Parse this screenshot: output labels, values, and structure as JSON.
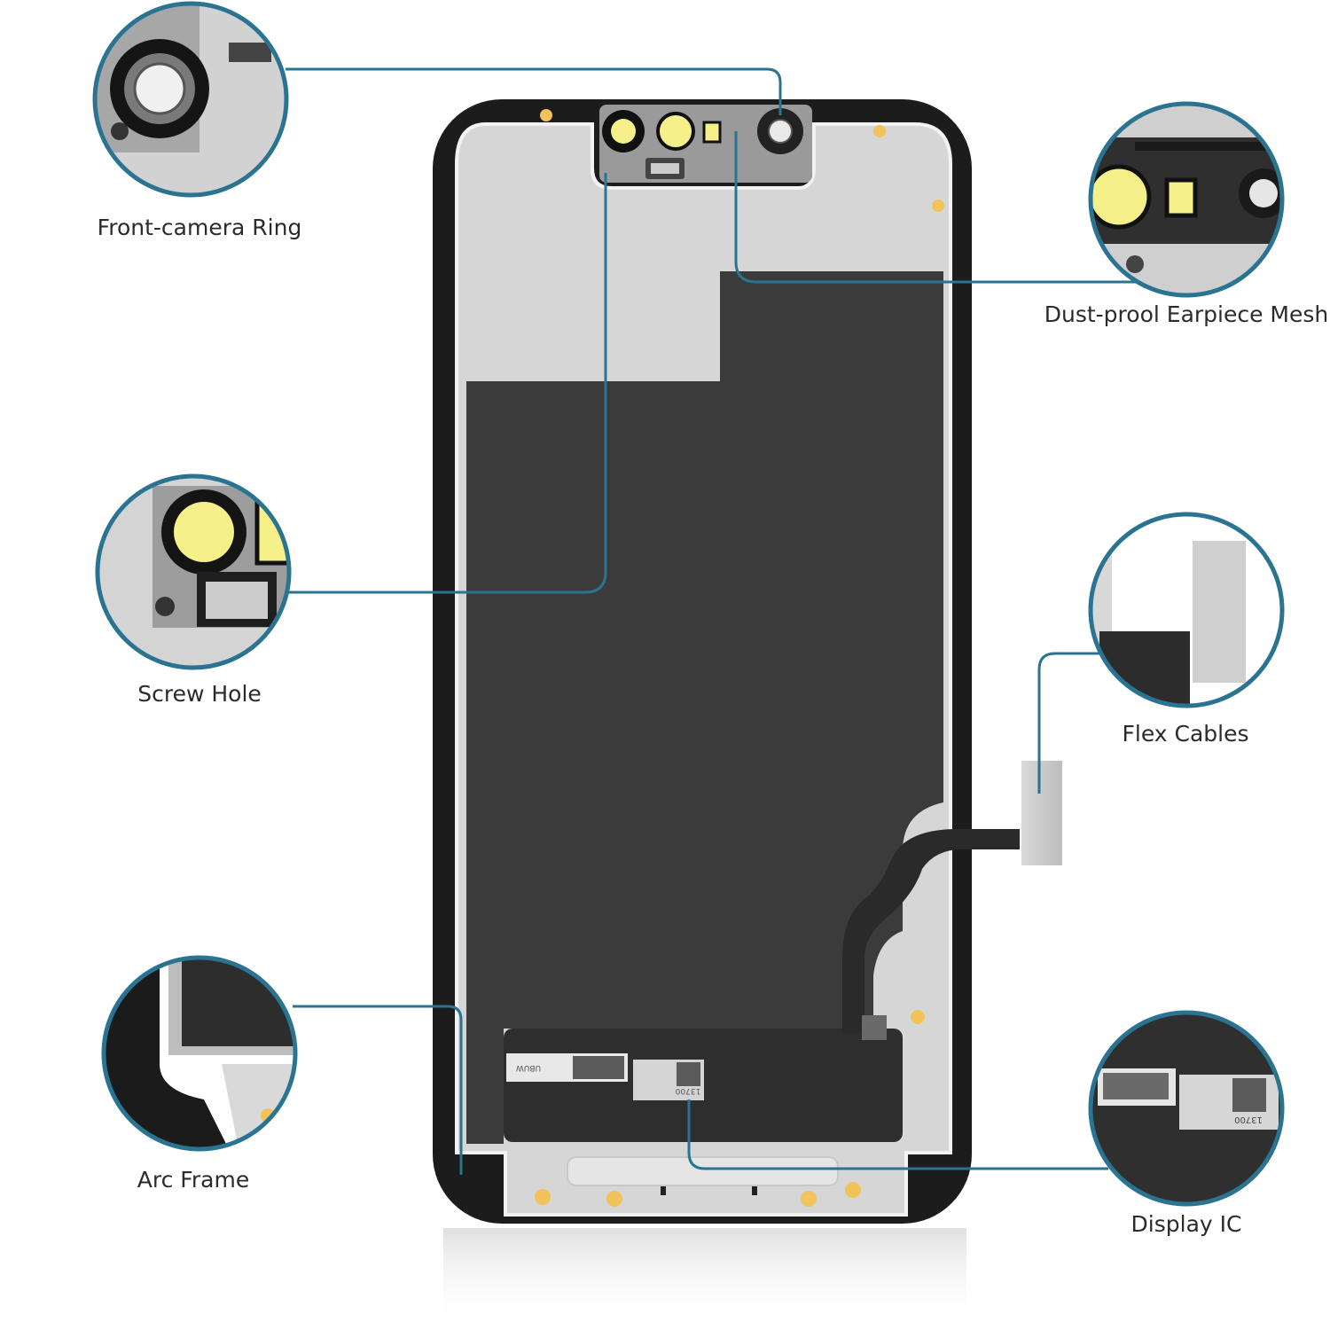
{
  "diagram": {
    "accent_color": "#2a7391",
    "callouts": [
      {
        "id": "front-camera-ring",
        "label": "Front-camera Ring"
      },
      {
        "id": "dust-proof-earpiece-mesh",
        "label": "Dust-prool Earpiece Mesh"
      },
      {
        "id": "screw-hole",
        "label": "Screw Hole"
      },
      {
        "id": "flex-cables",
        "label": "Flex Cables"
      },
      {
        "id": "arc-frame",
        "label": "Arc Frame"
      },
      {
        "id": "display-ic",
        "label": "Display IC"
      }
    ],
    "sticker_texts": [
      "UBUW",
      "13700"
    ]
  }
}
